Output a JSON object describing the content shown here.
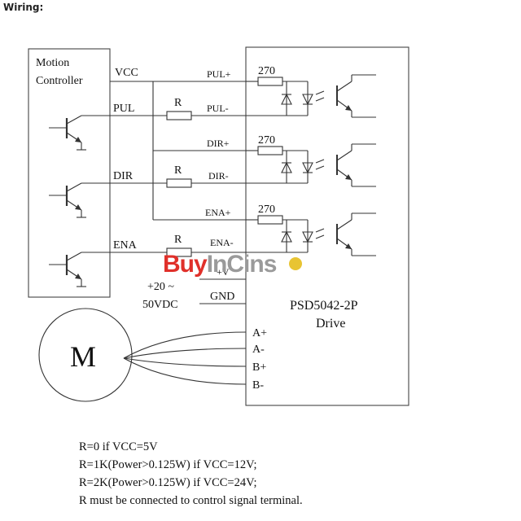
{
  "header": {
    "title": "Wiring:"
  },
  "controller": {
    "label_line1": "Motion",
    "label_line2": "Controller"
  },
  "signals": {
    "vcc": "VCC",
    "pul": "PUL",
    "dir": "DIR",
    "ena": "ENA"
  },
  "resistors": {
    "pul": "R",
    "dir": "R",
    "ena": "R"
  },
  "terminals": {
    "pul_plus": "PUL+",
    "pul_minus": "PUL-",
    "dir_plus": "DIR+",
    "dir_minus": "DIR-",
    "ena_plus": "ENA+",
    "ena_minus": "ENA-",
    "vplus": "+V",
    "gnd": "GND",
    "a_plus": "A+",
    "a_minus": "A-",
    "b_plus": "B+",
    "b_minus": "B-"
  },
  "internal_resistors": {
    "r1": "270",
    "r2": "270",
    "r3": "270"
  },
  "power": {
    "line1": "+20 ~",
    "line2": "50VDC"
  },
  "drive": {
    "model": "PSD5042-2P",
    "label": "Drive"
  },
  "motor": {
    "label": "M"
  },
  "notes": [
    "R=0 if VCC=5V",
    "R=1K(Power>0.125W) if VCC=12V;",
    "R=2K(Power>0.125W) if VCC=24V;",
    "R must be connected to control signal terminal."
  ],
  "watermark": {
    "part1": "Buy",
    "part2": "In",
    "part3": "C",
    "part4": "ins"
  },
  "colors": {
    "watermark_red": "#e0302a",
    "watermark_gray": "#9a9a9a"
  }
}
